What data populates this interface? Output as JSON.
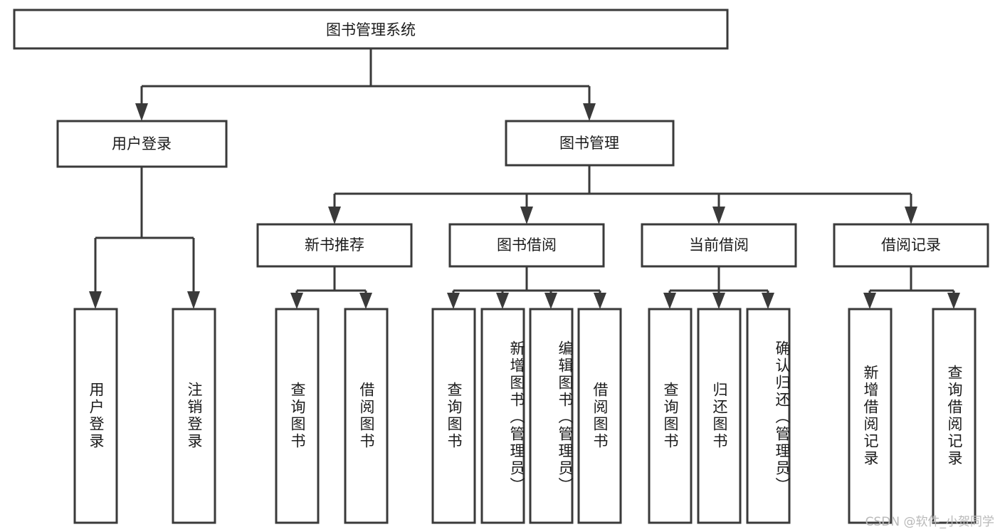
{
  "chart_data": {
    "type": "diagram",
    "title": "图书管理系统",
    "diagram_kind": "tree / function hierarchy chart",
    "orientation": "top-down",
    "colors": {
      "box_fill": "#ffffff",
      "box_stroke": "#3a3a3a",
      "text": "#1b1b1b",
      "background": "#ffffff",
      "watermark": "#b9b9b9"
    },
    "nodes": {
      "root": {
        "id": "root",
        "label": "图书管理系统",
        "level": 0
      },
      "level1": [
        {
          "id": "user-login",
          "label": "用户登录",
          "level": 1
        },
        {
          "id": "book-manage",
          "label": "图书管理",
          "level": 1
        }
      ],
      "level2": [
        {
          "id": "new-book-recommend",
          "label": "新书推荐",
          "level": 2,
          "parent": "book-manage"
        },
        {
          "id": "book-borrow",
          "label": "图书借阅",
          "level": 2,
          "parent": "book-manage"
        },
        {
          "id": "current-borrow",
          "label": "当前借阅",
          "level": 2,
          "parent": "book-manage"
        },
        {
          "id": "borrow-record",
          "label": "借阅记录",
          "level": 2,
          "parent": "book-manage"
        }
      ],
      "leaves": [
        {
          "id": "leaf-user-login",
          "label": "用户登录",
          "parent": "user-login"
        },
        {
          "id": "leaf-logout-login",
          "label": "注销登录",
          "parent": "user-login"
        },
        {
          "id": "leaf-query-book-1",
          "label": "查询图书",
          "parent": "new-book-recommend"
        },
        {
          "id": "leaf-borrow-book-1",
          "label": "借阅图书",
          "parent": "new-book-recommend"
        },
        {
          "id": "leaf-query-book-2",
          "label": "查询图书",
          "parent": "book-borrow"
        },
        {
          "id": "leaf-add-book",
          "label": "新增图书（管理员）",
          "parent": "book-borrow"
        },
        {
          "id": "leaf-edit-book",
          "label": "编辑图书（管理员）",
          "parent": "book-borrow"
        },
        {
          "id": "leaf-borrow-book-2",
          "label": "借阅图书",
          "parent": "book-borrow"
        },
        {
          "id": "leaf-query-book-3",
          "label": "查询图书",
          "parent": "current-borrow"
        },
        {
          "id": "leaf-return-book",
          "label": "归还图书",
          "parent": "current-borrow"
        },
        {
          "id": "leaf-confirm-return",
          "label": "确认归还（管理员）",
          "parent": "current-borrow"
        },
        {
          "id": "leaf-add-record",
          "label": "新增借阅记录",
          "parent": "borrow-record"
        },
        {
          "id": "leaf-query-record",
          "label": "查询借阅记录",
          "parent": "borrow-record"
        }
      ]
    },
    "edges": [
      {
        "from": "root",
        "to": "user-login"
      },
      {
        "from": "root",
        "to": "book-manage"
      },
      {
        "from": "user-login",
        "to": "leaf-user-login"
      },
      {
        "from": "user-login",
        "to": "leaf-logout-login"
      },
      {
        "from": "book-manage",
        "to": "new-book-recommend"
      },
      {
        "from": "book-manage",
        "to": "book-borrow"
      },
      {
        "from": "book-manage",
        "to": "current-borrow"
      },
      {
        "from": "book-manage",
        "to": "borrow-record"
      },
      {
        "from": "new-book-recommend",
        "to": "leaf-query-book-1"
      },
      {
        "from": "new-book-recommend",
        "to": "leaf-borrow-book-1"
      },
      {
        "from": "book-borrow",
        "to": "leaf-query-book-2"
      },
      {
        "from": "book-borrow",
        "to": "leaf-add-book"
      },
      {
        "from": "book-borrow",
        "to": "leaf-edit-book"
      },
      {
        "from": "book-borrow",
        "to": "leaf-borrow-book-2"
      },
      {
        "from": "current-borrow",
        "to": "leaf-query-book-3"
      },
      {
        "from": "current-borrow",
        "to": "leaf-return-book"
      },
      {
        "from": "current-borrow",
        "to": "leaf-confirm-return"
      },
      {
        "from": "borrow-record",
        "to": "leaf-add-record"
      },
      {
        "from": "borrow-record",
        "to": "leaf-query-record"
      }
    ]
  },
  "root": {
    "label": "图书管理系统"
  },
  "level1": {
    "user_login": "用户登录",
    "book_manage": "图书管理"
  },
  "level2": {
    "new_book_recommend": "新书推荐",
    "book_borrow": "图书借阅",
    "current_borrow": "当前借阅",
    "borrow_record": "借阅记录"
  },
  "leaves": {
    "user_login": "用户登录",
    "logout_login": "注销登录",
    "query_book_1": "查询图书",
    "borrow_book_1": "借阅图书",
    "query_book_2": "查询图书",
    "add_book": "新增图书（管理员）",
    "edit_book": "编辑图书（管理员）",
    "borrow_book_2": "借阅图书",
    "query_book_3": "查询图书",
    "return_book": "归还图书",
    "confirm_return": "确认归还（管理员）",
    "add_record": "新增借阅记录",
    "query_record": "查询借阅记录"
  },
  "watermark": {
    "text": "CSDN @软件_小贺同学"
  }
}
